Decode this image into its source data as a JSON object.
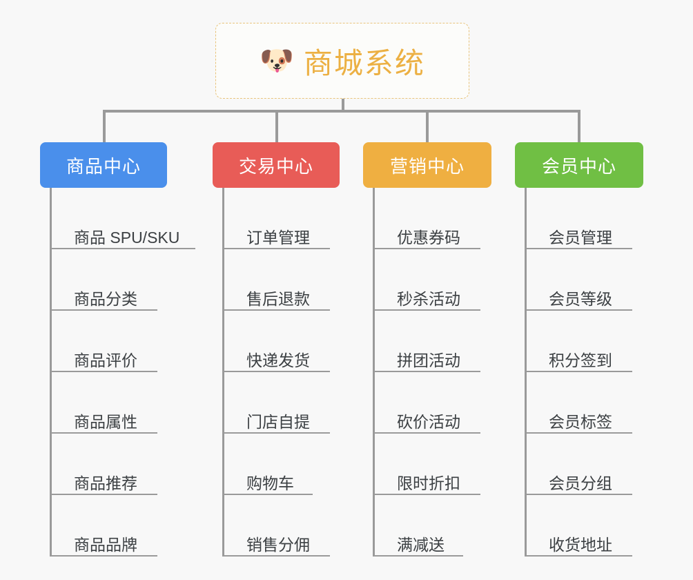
{
  "background_color": "#f8f8f8",
  "root": {
    "icon": "dog-face-emoji",
    "icon_glyph": "🐶",
    "title": "商城系统",
    "title_color": "#ecb043",
    "border_color": "#e8c37a"
  },
  "columns": [
    {
      "id": "product-center",
      "label": "商品中心",
      "color": "#4a8feb",
      "items": [
        "商品 SPU/SKU",
        "商品分类",
        "商品评价",
        "商品属性",
        "商品推荐",
        "商品品牌"
      ]
    },
    {
      "id": "trade-center",
      "label": "交易中心",
      "color": "#e85c57",
      "items": [
        "订单管理",
        "售后退款",
        "快递发货",
        "门店自提",
        "购物车",
        "销售分佣"
      ]
    },
    {
      "id": "marketing-center",
      "label": "营销中心",
      "color": "#efaf41",
      "items": [
        "优惠券码",
        "秒杀活动",
        "拼团活动",
        "砍价活动",
        "限时折扣",
        "满减送"
      ]
    },
    {
      "id": "member-center",
      "label": "会员中心",
      "color": "#70bf44",
      "items": [
        "会员管理",
        "会员等级",
        "积分签到",
        "会员标签",
        "会员分组",
        "收货地址"
      ]
    }
  ]
}
